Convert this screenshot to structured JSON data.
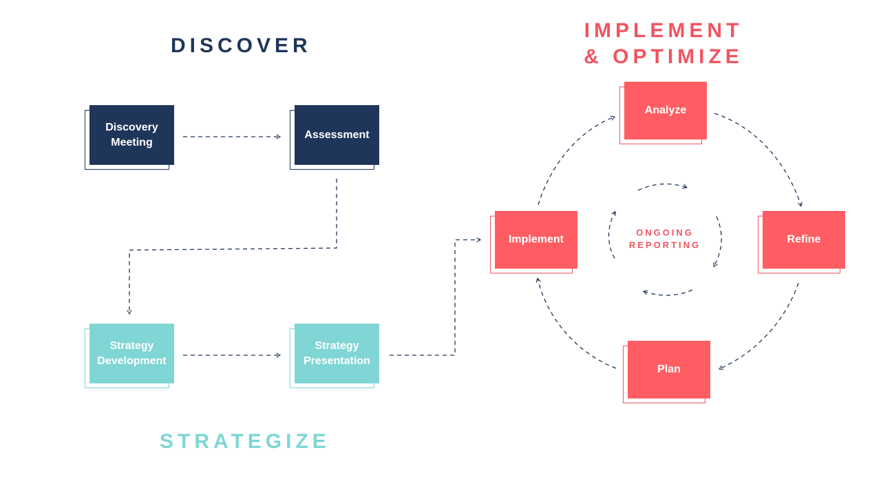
{
  "sections": {
    "discover": "DISCOVER",
    "strategize": "STRATEGIZE",
    "implement_optimize": "IMPLEMENT & OPTIMIZE"
  },
  "nodes": {
    "discovery_meeting": "Discovery Meeting",
    "assessment": "Assessment",
    "strategy_development": "Strategy Development",
    "strategy_presentation": "Strategy Presentation",
    "implement": "Implement",
    "analyze": "Analyze",
    "refine": "Refine",
    "plan": "Plan"
  },
  "center": {
    "label": "ONGOING REPORTING"
  },
  "colors": {
    "navy": "#1f3559",
    "teal": "#7fd6d4",
    "coral": "#ff5d63",
    "connector": "#1f3559"
  }
}
